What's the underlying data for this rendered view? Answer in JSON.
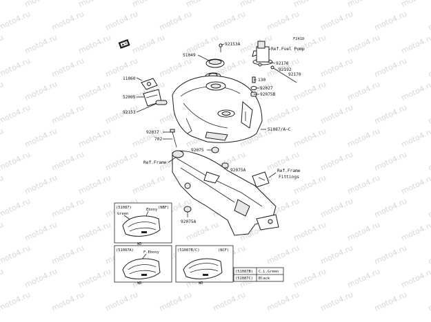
{
  "figure_code": "F2410",
  "watermark_text": "moto4.ru",
  "callouts": {
    "c92153A": "92153A",
    "cRefFuelPump": "Ref.Fuel Pump",
    "c51049": "51049",
    "c92170a": "92170",
    "c92192": "92192",
    "c92170b": "92170",
    "c11060": "11060",
    "c52005": "52005",
    "c92153": "92153",
    "c130": "130",
    "c92027": "92027",
    "c92075B": "92075B",
    "c51087AC": "51087/A~C",
    "c92037": "92037",
    "c702": "702",
    "c92075": "92075",
    "cRefFrame": "Ref.Frame",
    "c92075A_top": "92075A",
    "cRefFrameFittings1": "Ref.Frame",
    "cRefFrameFittings2": "Fittings",
    "c92075A_bot": "92075A"
  },
  "variants": {
    "v1": {
      "code": "(51087)",
      "market": "(NBF)",
      "color_a": "Green",
      "color_b": "Ebony",
      "tag": "WD"
    },
    "v2": {
      "code": "(51087A)",
      "color_a": "F.Ebony",
      "tag": "WD"
    },
    "v3": {
      "code": "(51087B/C)",
      "market": "(NCF)",
      "tag": "WD"
    }
  },
  "color_table": {
    "rows": [
      {
        "code": "(51087B)",
        "color": "C.L.Green"
      },
      {
        "code": "(51087C)",
        "color": "Black"
      }
    ]
  }
}
